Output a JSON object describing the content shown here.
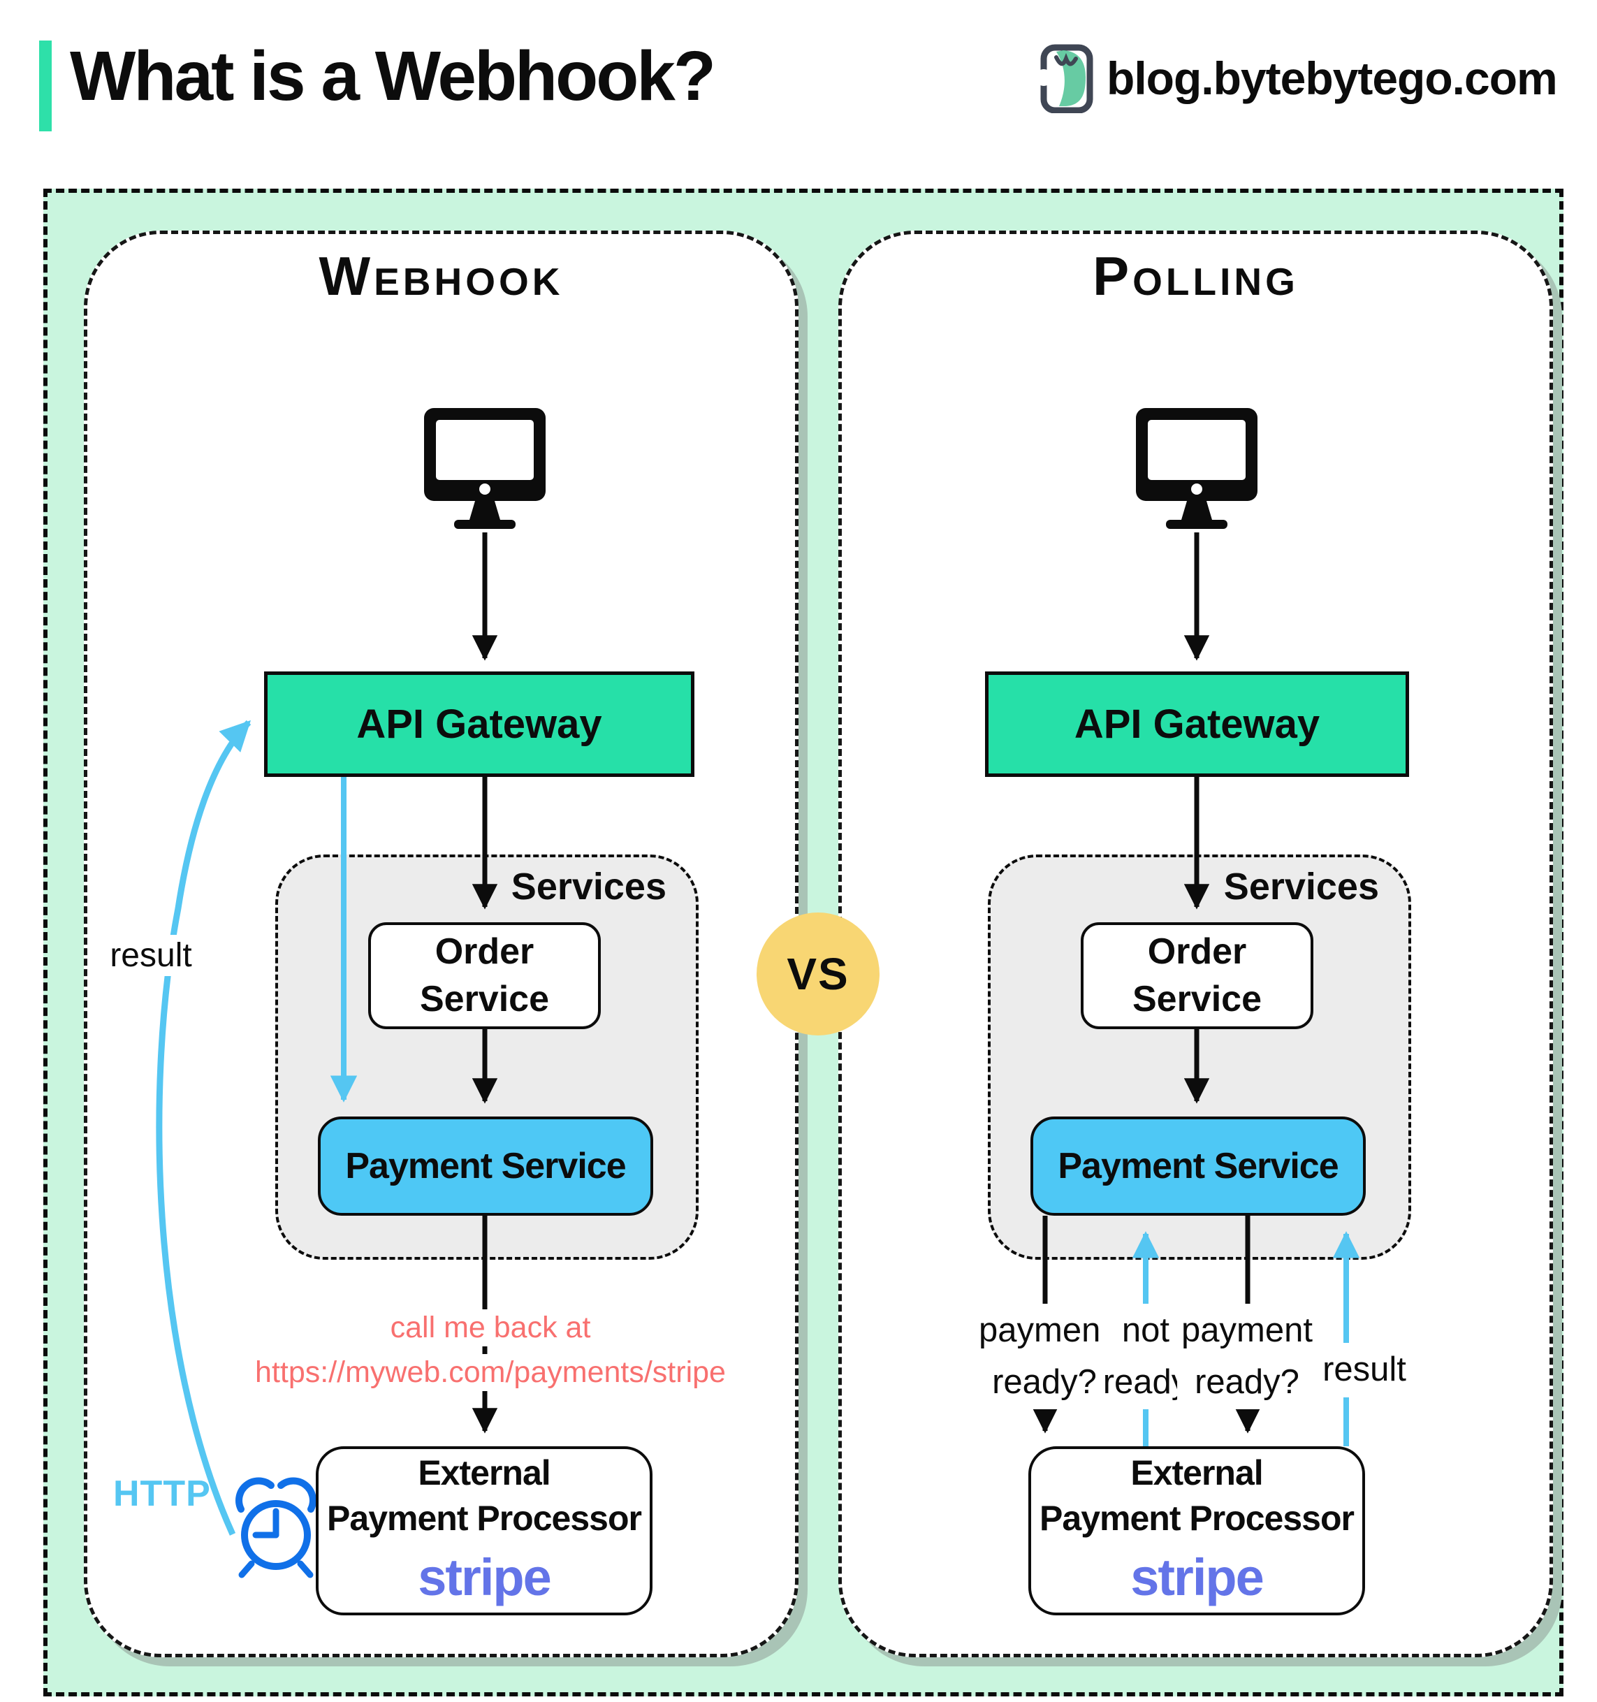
{
  "header": {
    "title": "What is a Webhook?",
    "site": "blog.bytebytego.com"
  },
  "vs_badge": "VS",
  "webhook_panel": {
    "title": "Webhook",
    "api_gateway": "API Gateway",
    "services_label": "Services",
    "order_service": [
      "Order",
      "Service"
    ],
    "payment_service": "Payment Service",
    "callback_note": [
      "call me back at",
      "https://myweb.com/payments/stripe"
    ],
    "result_label": "result",
    "http_label": "HTTP",
    "external_processor": [
      "External",
      "Payment Processor"
    ],
    "stripe": "stripe"
  },
  "polling_panel": {
    "title": "Polling",
    "api_gateway": "API Gateway",
    "services_label": "Services",
    "order_service": [
      "Order",
      "Service"
    ],
    "payment_service": "Payment Service",
    "labels": {
      "query1": [
        "payment",
        "ready?"
      ],
      "not_ready": [
        "not",
        "ready"
      ],
      "query2": [
        "payment",
        "ready?"
      ],
      "result": "result"
    },
    "external_processor": [
      "External",
      "Payment Processor"
    ],
    "stripe": "stripe"
  },
  "colors": {
    "accent": "#2ee0a9",
    "mint": "#c9f5de",
    "teal": "#26e0a8",
    "sky": "#4ec8f5",
    "services-gray": "#ececec",
    "yellow": "#f8d673",
    "red": "#f8706f",
    "arrow-blue": "#55c6f2",
    "clock-blue": "#1070e8",
    "stripe-purple": "#6374e8",
    "ink": "#0c0c0c",
    "shadow": "#a9c4b6"
  }
}
